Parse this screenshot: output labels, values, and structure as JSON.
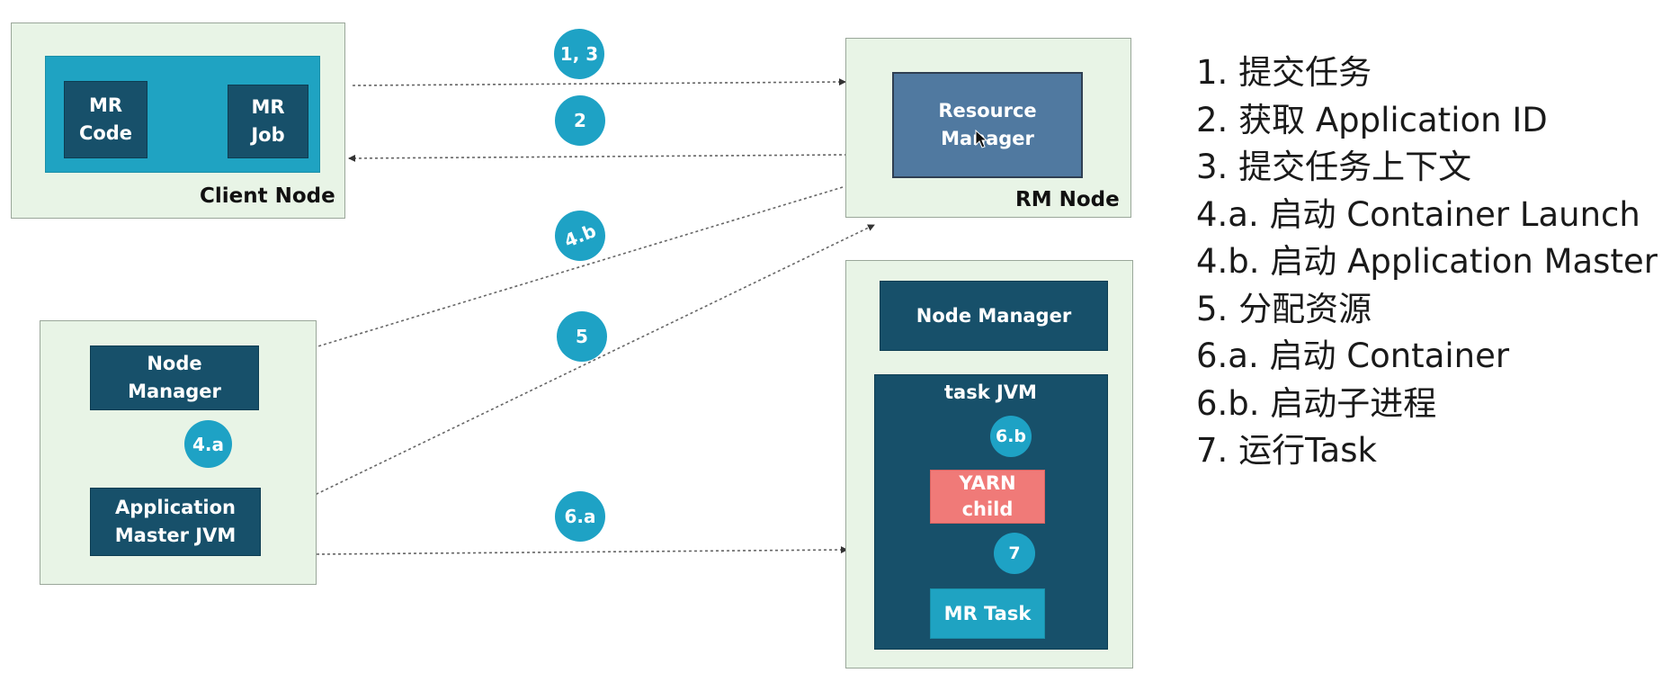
{
  "client_node": {
    "label": "Client Node",
    "mr_code": "MR\nCode",
    "mr_job": "MR\nJob"
  },
  "rm_node": {
    "label": "RM Node",
    "resource_manager": "Resource\nManager"
  },
  "am_node": {
    "node_manager": "Node\nManager",
    "app_master": "Application\nMaster JVM"
  },
  "worker_node": {
    "node_manager": "Node Manager",
    "task_jvm": "task JVM",
    "yarn_child": "YARN\nchild",
    "mr_task": "MR Task"
  },
  "steps": {
    "s1_3": "1, 3",
    "s2": "2",
    "s4b": "4.b",
    "s5": "5",
    "s4a": "4.a",
    "s6a": "6.a",
    "s6b": "6.b",
    "s7": "7"
  },
  "legend": [
    "1. 提交任务",
    "2. 获取 Application ID",
    "3. 提交任务上下文",
    "4.a. 启动 Container Launch",
    "4.b. 启动 Application Master",
    "5. 分配资源",
    "6.a. 启动 Container",
    "6.b. 启动子进程",
    "7. 运行Task"
  ],
  "colors": {
    "node_bg": "#e8f4e6",
    "dark_box": "#17506a",
    "teal_box": "#1fa3c2",
    "step_circle": "#1ea2c5",
    "yarn_child": "#f07a78",
    "resource_manager": "#5079a0"
  }
}
